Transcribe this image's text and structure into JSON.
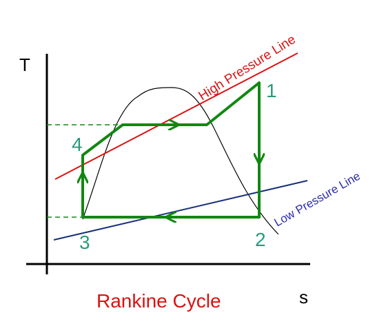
{
  "diagram": {
    "axis_y_label": "T",
    "axis_x_label": "s",
    "caption": "Rankine Cycle",
    "high_pressure_label": "High Pressure Line",
    "low_pressure_label": "Low Pressure Line",
    "points": [
      {
        "id": "1",
        "label": "1"
      },
      {
        "id": "2",
        "label": "2"
      },
      {
        "id": "3",
        "label": "3"
      },
      {
        "id": "4",
        "label": "4"
      }
    ]
  },
  "colors": {
    "cycle": "#118811",
    "point_labels": "#2a9a7a",
    "high_pressure": "#dd1111",
    "low_pressure": "#16307a",
    "low_pressure_text": "#2a2aa8",
    "caption": "#dd1111",
    "axes": "#000000",
    "dome": "#000000",
    "dashed": "#118811"
  }
}
